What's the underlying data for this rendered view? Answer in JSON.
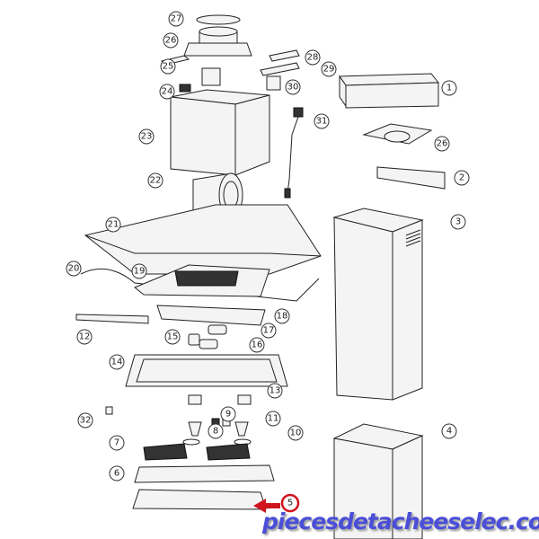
{
  "title": "Exploded parts diagram - cooker hood",
  "callouts": [
    "27",
    "26",
    "28",
    "29",
    "25",
    "24",
    "30",
    "1",
    "31",
    "23",
    "26",
    "2",
    "22",
    "21",
    "3",
    "20",
    "19",
    "18",
    "12",
    "17",
    "15",
    "16",
    "14",
    "13",
    "9",
    "11",
    "32",
    "8",
    "10",
    "4",
    "7",
    "6",
    "5"
  ],
  "highlighted_part": "5",
  "highlight_color": "#d0141e",
  "watermark": "piecesdetacheeselec.com"
}
